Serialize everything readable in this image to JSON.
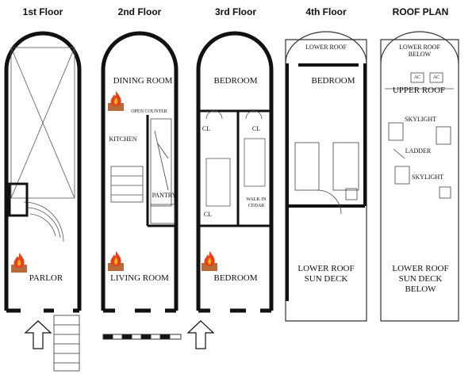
{
  "floors": {
    "first": {
      "title": "1st Floor",
      "room": "PARLOR"
    },
    "second": {
      "title": "2nd Floor",
      "dining": "DINING ROOM",
      "open_counter": "OPEN COUNTER",
      "kitchen": "KITCHEN",
      "pantry": "PANTRY",
      "living": "LIVING ROOM"
    },
    "third": {
      "title": "3rd Floor",
      "bedroom_top": "BEDROOM",
      "cl1": "CL",
      "cl2": "CL",
      "cl3": "CL",
      "walk_in_1": "WALK IN",
      "walk_in_2": "CEDAR",
      "bedroom_bottom": "BEDROOM"
    },
    "fourth": {
      "title": "4th Floor",
      "lower_roof": "LOWER ROOF",
      "bedroom": "BEDROOM",
      "sun_deck_1": "LOWER ROOF",
      "sun_deck_2": "SUN DECK"
    },
    "roof": {
      "title": "ROOF PLAN",
      "lower_below_1": "LOWER ROOF",
      "lower_below_2": "BELOW",
      "ac1": "AC",
      "ac2": "AC",
      "upper": "UPPER ROOF",
      "skylight1": "SKYLIGHT",
      "ladder": "LADDER",
      "skylight2": "SKYLIGHT",
      "deck_1": "LOWER ROOF",
      "deck_2": "SUN DECK",
      "deck_3": "BELOW"
    }
  },
  "colors": {
    "wall": "#111111",
    "fire_outer": "#e8401c",
    "fire_inner": "#f6b21a",
    "fireplace": "#b86a3a"
  }
}
